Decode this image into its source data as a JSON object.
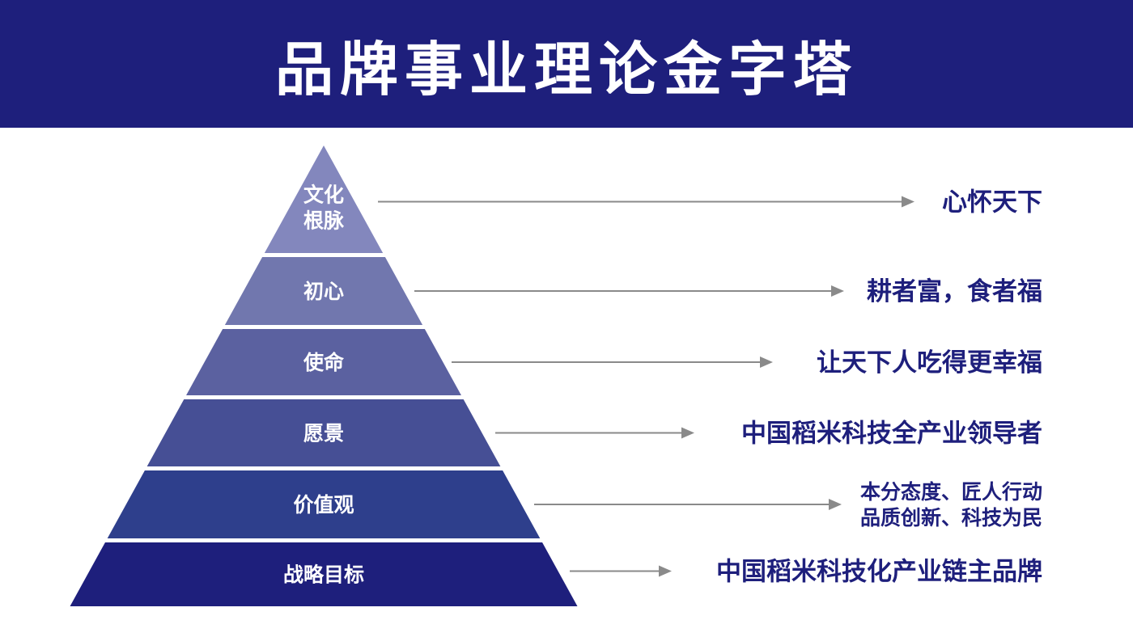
{
  "title": "品牌事业理论金字塔",
  "colors": {
    "header_bg": "#1e1f7c",
    "arrow": "#8a8a8a",
    "description_text": "#1e1f7c"
  },
  "levels": [
    {
      "label_lines": [
        "文化",
        "根脉"
      ],
      "description_lines": [
        "心怀天下"
      ],
      "color": "#8387bd"
    },
    {
      "label_lines": [
        "初心"
      ],
      "description_lines": [
        "耕者富，食者福"
      ],
      "color": "#7177ae"
    },
    {
      "label_lines": [
        "使命"
      ],
      "description_lines": [
        "让天下人吃得更幸福"
      ],
      "color": "#5b61a0"
    },
    {
      "label_lines": [
        "愿景"
      ],
      "description_lines": [
        "中国稻米科技全产业领导者"
      ],
      "color": "#464f95"
    },
    {
      "label_lines": [
        "价值观"
      ],
      "description_lines": [
        "本分态度、匠人行动",
        "品质创新、科技为民"
      ],
      "color": "#2e3f8c"
    },
    {
      "label_lines": [
        "战略目标"
      ],
      "description_lines": [
        "中国稻米科技化产业链主品牌"
      ],
      "color": "#1e1f7c"
    }
  ]
}
